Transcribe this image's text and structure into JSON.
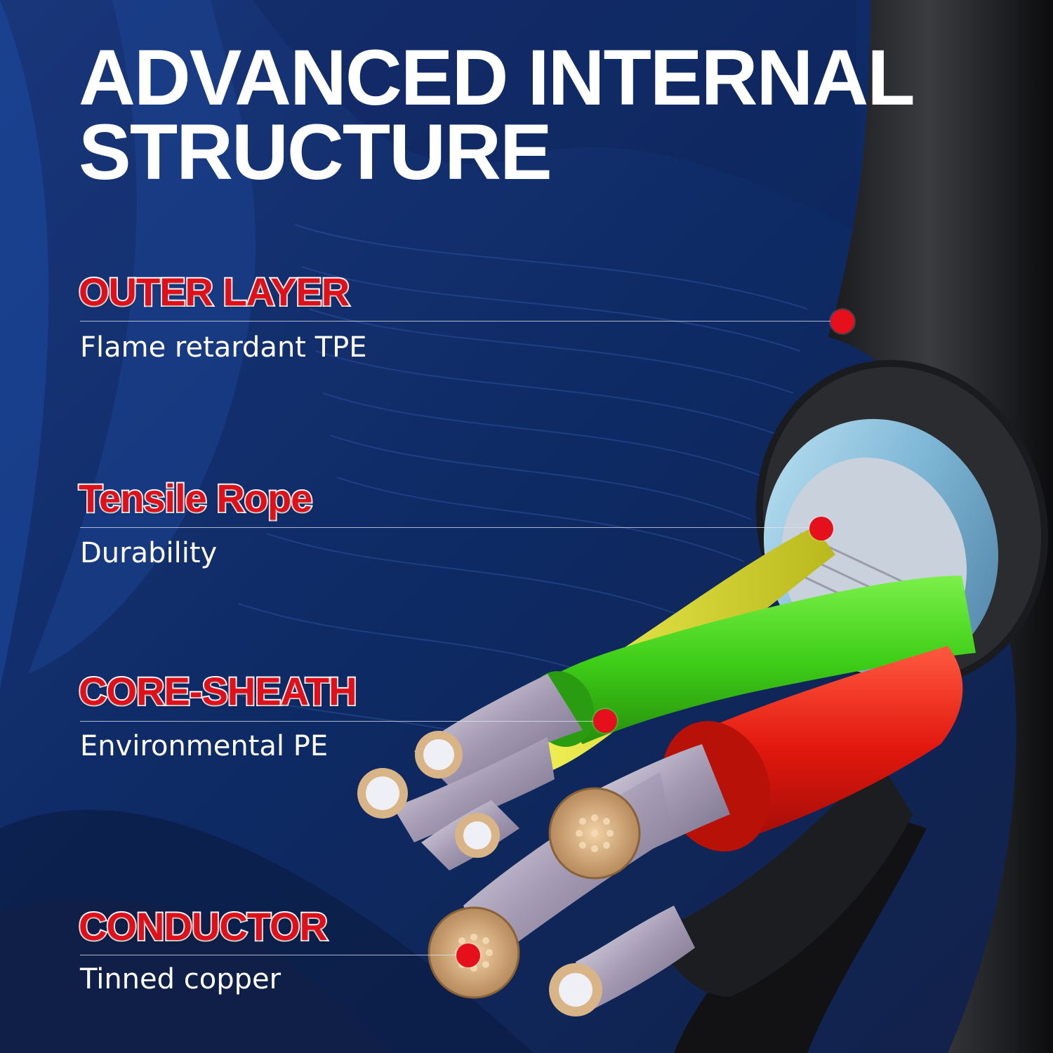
{
  "title": {
    "line1": "ADVANCED INTERNAL",
    "line2": "STRUCTURE"
  },
  "layers": [
    {
      "heading": "OUTER LAYER",
      "description": "Flame retardant TPE"
    },
    {
      "heading": "Tensile Rope",
      "description": "Durability"
    },
    {
      "heading": "CORE-SHEATH",
      "description": "Environmental PE"
    },
    {
      "heading": "CONDUCTOR",
      "description": "Tinned copper"
    }
  ],
  "colors": {
    "background": "#0f2a5c",
    "title_text": "#ffffff",
    "heading_fill": "#e0101a",
    "heading_outline": "#ffffff",
    "marker_dot": "#e5101c",
    "wire_green": "#3fd11a",
    "wire_red": "#e01a10",
    "wire_yellow": "#e8e82a",
    "wire_black": "#111111",
    "copper": "#d9b486"
  }
}
